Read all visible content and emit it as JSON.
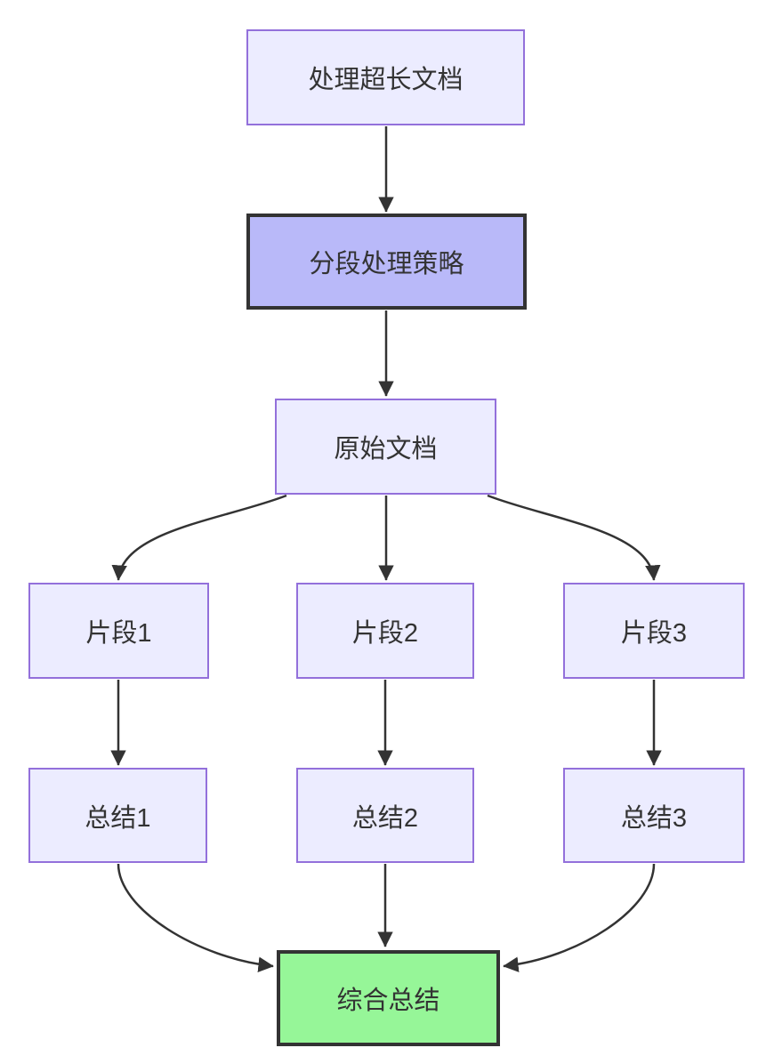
{
  "diagram": {
    "type": "flowchart",
    "direction": "top-down",
    "nodes": [
      {
        "id": "A",
        "label": "处理超长文档",
        "style": "default"
      },
      {
        "id": "B",
        "label": "分段处理策略",
        "style": "highlight-purple"
      },
      {
        "id": "C",
        "label": "原始文档",
        "style": "default"
      },
      {
        "id": "D1",
        "label": "片段1",
        "style": "default"
      },
      {
        "id": "D2",
        "label": "片段2",
        "style": "default"
      },
      {
        "id": "D3",
        "label": "片段3",
        "style": "default"
      },
      {
        "id": "E1",
        "label": "总结1",
        "style": "default"
      },
      {
        "id": "E2",
        "label": "总结2",
        "style": "default"
      },
      {
        "id": "E3",
        "label": "总结3",
        "style": "default"
      },
      {
        "id": "F",
        "label": "综合总结",
        "style": "highlight-green"
      }
    ],
    "edges": [
      {
        "from": "A",
        "to": "B"
      },
      {
        "from": "B",
        "to": "C"
      },
      {
        "from": "C",
        "to": "D1"
      },
      {
        "from": "C",
        "to": "D2"
      },
      {
        "from": "C",
        "to": "D3"
      },
      {
        "from": "D1",
        "to": "E1"
      },
      {
        "from": "D2",
        "to": "E2"
      },
      {
        "from": "D3",
        "to": "E3"
      },
      {
        "from": "E1",
        "to": "F"
      },
      {
        "from": "E2",
        "to": "F"
      },
      {
        "from": "E3",
        "to": "F"
      }
    ],
    "colors": {
      "background": "#FFFFFF",
      "node_fill": "#ECECFF",
      "node_border": "#9370DB",
      "highlight_purple_fill": "#B9B9F9",
      "highlight_green_fill": "#96F698",
      "highlight_border": "#333333",
      "edge": "#333333",
      "text": "#333333"
    }
  }
}
